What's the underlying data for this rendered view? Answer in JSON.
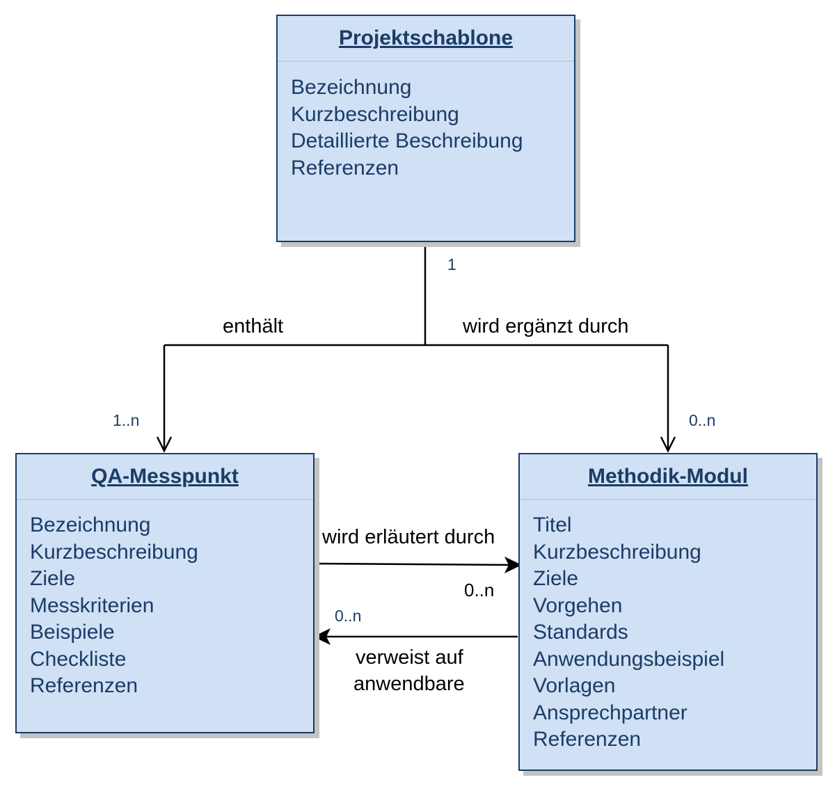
{
  "classes": {
    "projektschablone": {
      "title": "Projektschablone",
      "attributes": [
        "Bezeichnung",
        "Kurzbeschreibung",
        "Detaillierte Beschreibung",
        "Referenzen"
      ]
    },
    "qa_messpunkt": {
      "title": "QA-Messpunkt",
      "attributes": [
        "Bezeichnung",
        "Kurzbeschreibung",
        "Ziele",
        "Messkriterien",
        "Beispiele",
        "Checkliste",
        "Referenzen"
      ]
    },
    "methodik_modul": {
      "title": "Methodik-Modul",
      "attributes": [
        "Titel",
        "Kurzbeschreibung",
        "Ziele",
        "Vorgehen",
        "Standards",
        "Anwendungsbeispiel",
        "Vorlagen",
        "Ansprechpartner",
        "Referenzen"
      ]
    }
  },
  "associations": {
    "enthaelt": {
      "label": "enthält",
      "source_multiplicity": "1",
      "target_multiplicity": "1..n"
    },
    "wird_ergaenzt_durch": {
      "label": "wird ergänzt durch",
      "target_multiplicity": "0..n"
    },
    "wird_erlaeutert_durch": {
      "label": "wird erläutert durch",
      "target_multiplicity": "0..n"
    },
    "verweist_auf": {
      "label_line1": "verweist auf",
      "label_line2": "anwendbare",
      "target_multiplicity": "0..n"
    }
  },
  "colors": {
    "class_fill": "#d0e0f5",
    "class_border": "#1b3c66",
    "class_text": "#1b3c66",
    "connector": "#000000"
  }
}
